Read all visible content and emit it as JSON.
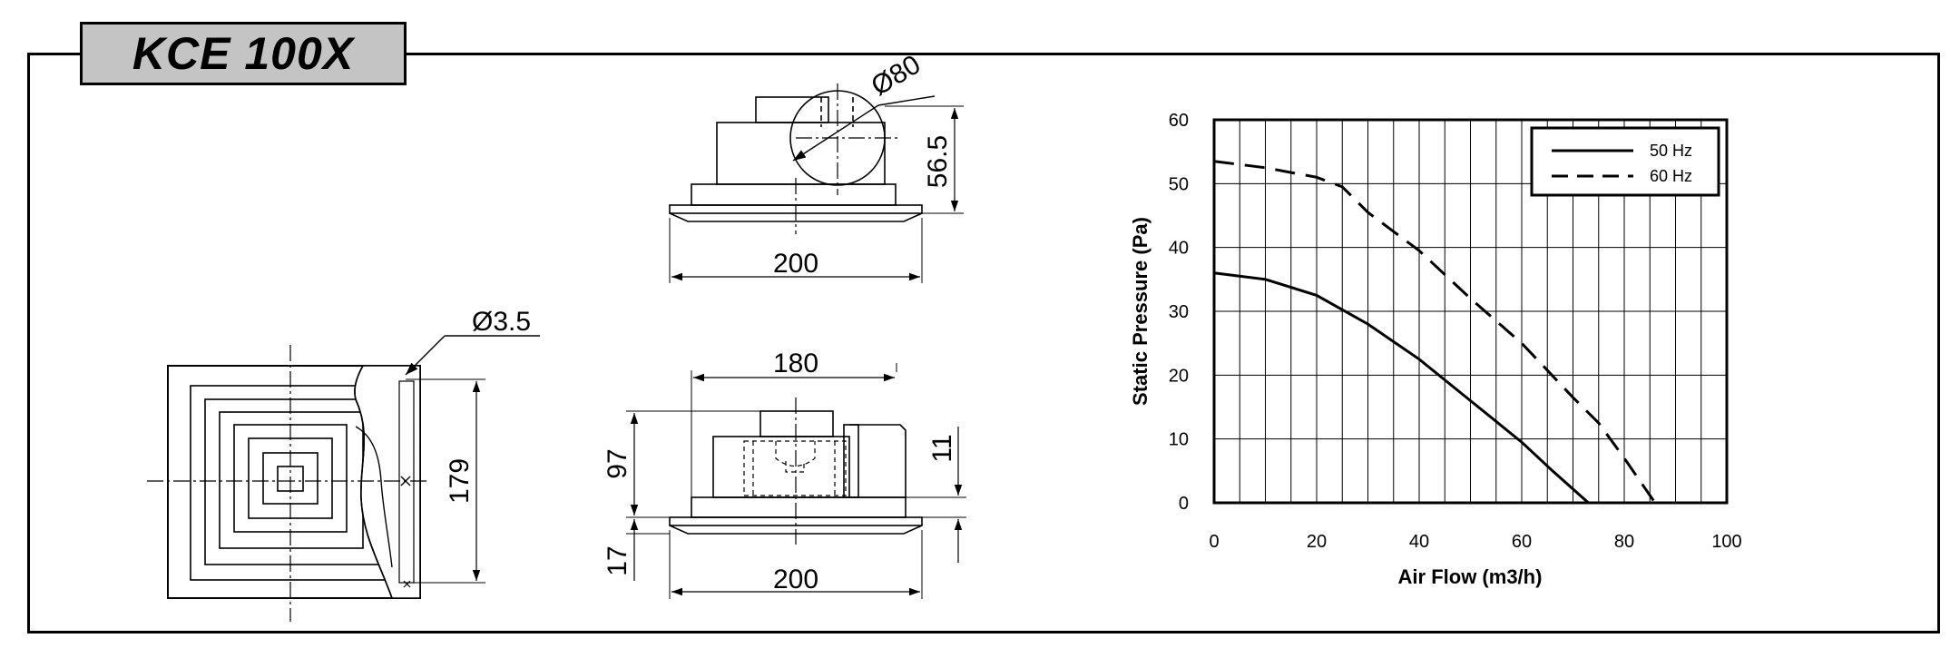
{
  "title": {
    "model": "KCE 100X"
  },
  "drawings": {
    "side_view": {
      "diameter_label": "Ø80",
      "height_label": "56.5",
      "width_label": "200"
    },
    "front_view": {
      "top_width_label": "180",
      "height_label": "97",
      "base_height_label": "17",
      "side_height_label": "11",
      "width_label": "200"
    },
    "bottom_view": {
      "hole_label": "Ø3.5",
      "size_label": "179"
    }
  },
  "chart_data": {
    "type": "line",
    "xlabel": "Air Flow (m3/h)",
    "ylabel": "Static Pressure (Pa)",
    "xlim": [
      0,
      100
    ],
    "ylim": [
      0,
      60
    ],
    "xticks": [
      0,
      20,
      40,
      60,
      80,
      100
    ],
    "yticks": [
      0,
      10,
      20,
      30,
      40,
      50,
      60
    ],
    "grid": true,
    "legend_position": "top-right",
    "series": [
      {
        "name": "50 Hz",
        "style": "solid",
        "color": "#000000",
        "points": [
          [
            0,
            36
          ],
          [
            10,
            35
          ],
          [
            20,
            32.5
          ],
          [
            30,
            28
          ],
          [
            40,
            22.5
          ],
          [
            50,
            16
          ],
          [
            60,
            9.5
          ],
          [
            66,
            5
          ],
          [
            73,
            0
          ]
        ]
      },
      {
        "name": "60 Hz",
        "style": "dashed",
        "color": "#000000",
        "points": [
          [
            0,
            53.5
          ],
          [
            10,
            52.5
          ],
          [
            20,
            51
          ],
          [
            25,
            49.5
          ],
          [
            30,
            45.5
          ],
          [
            40,
            39.5
          ],
          [
            50,
            32
          ],
          [
            60,
            25
          ],
          [
            70,
            16.5
          ],
          [
            75,
            12.5
          ],
          [
            80,
            7
          ],
          [
            86,
            0
          ]
        ]
      }
    ]
  }
}
